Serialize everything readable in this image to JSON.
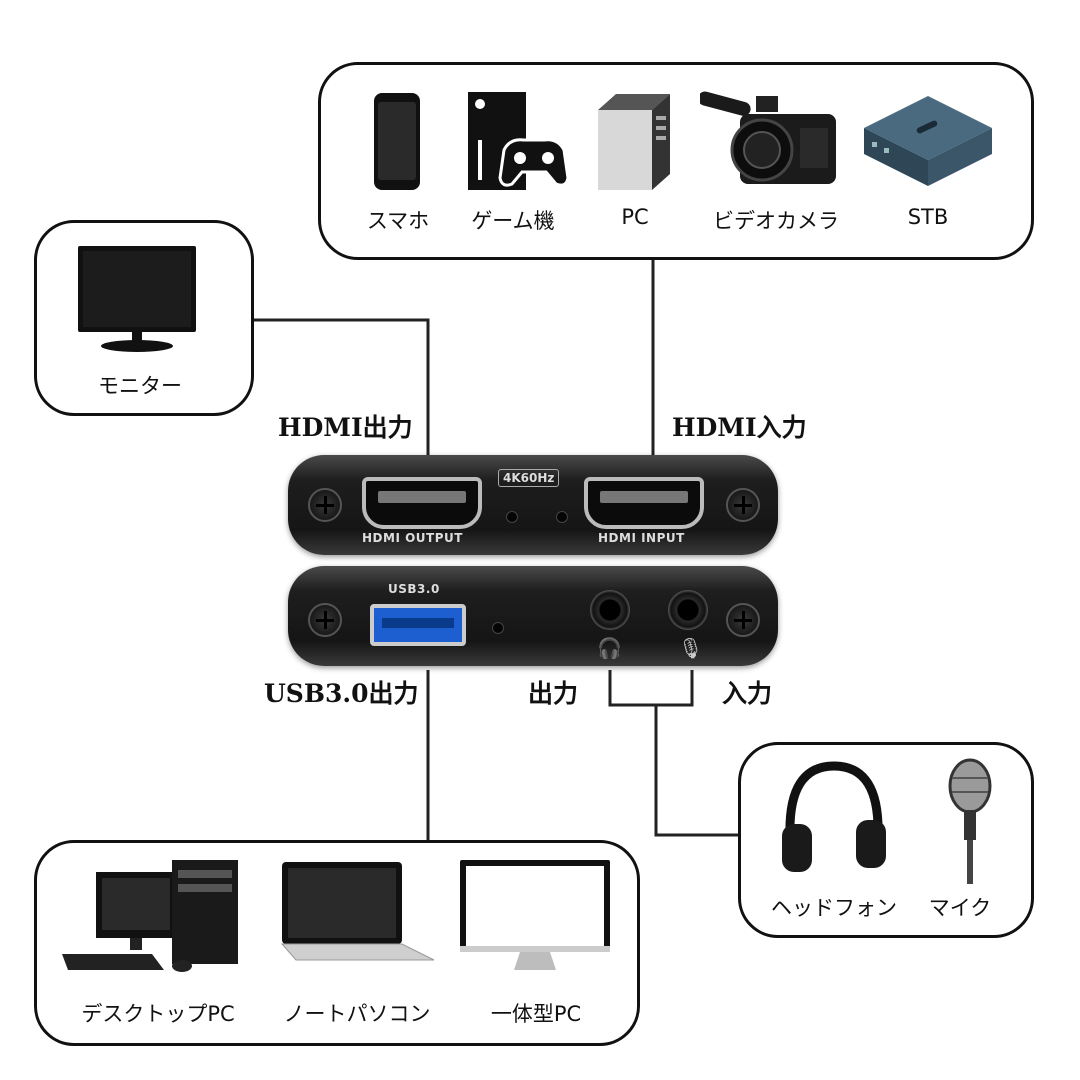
{
  "top_group": {
    "devices": [
      {
        "label": "スマホ",
        "icon": "smartphone-icon"
      },
      {
        "label": "ゲーム機",
        "icon": "game-console-icon"
      },
      {
        "label": "PC",
        "icon": "pc-tower-icon"
      },
      {
        "label": "ビデオカメラ",
        "icon": "video-camera-icon"
      },
      {
        "label": "STB",
        "icon": "set-top-box-icon"
      }
    ]
  },
  "monitor_group": {
    "label": "モニター",
    "icon": "monitor-icon"
  },
  "port_labels": {
    "hdmi_out": "HDMI出力",
    "hdmi_in": "HDMI入力",
    "usb_out": "USB3.0出力",
    "audio_out": "出力",
    "audio_in": "入力"
  },
  "device_printing": {
    "badge": "4K60Hz",
    "hdmi_output": "HDMI OUTPUT",
    "hdmi_input": "HDMI INPUT",
    "usb": "USB3.0"
  },
  "audio_group": {
    "devices": [
      {
        "label": "ヘッドフォン",
        "icon": "headphones-icon"
      },
      {
        "label": "マイク",
        "icon": "microphone-icon"
      }
    ]
  },
  "bottom_group": {
    "devices": [
      {
        "label": "デスクトップPC",
        "icon": "desktop-pc-icon"
      },
      {
        "label": "ノートパソコン",
        "icon": "laptop-icon"
      },
      {
        "label": "一体型PC",
        "icon": "all-in-one-pc-icon"
      }
    ]
  }
}
